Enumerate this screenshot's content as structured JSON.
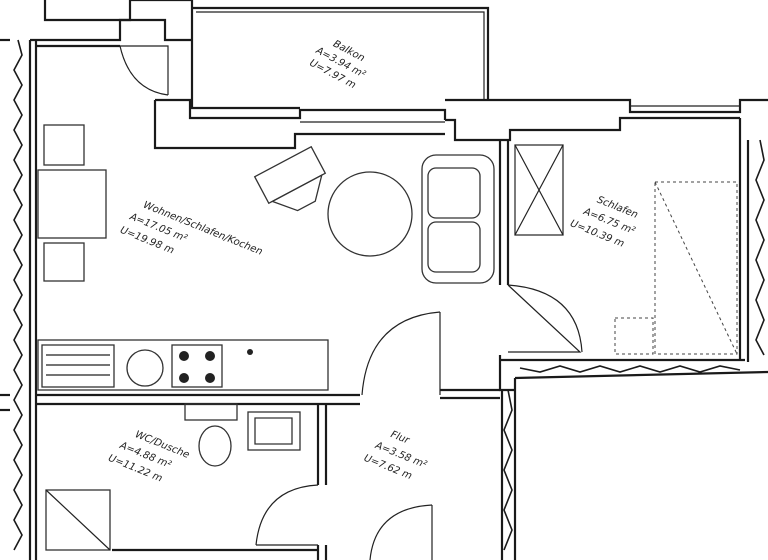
{
  "rooms": {
    "balkon": {
      "name": "Balkon",
      "area": "A=3.94 m²",
      "perimeter": "U=7.97 m"
    },
    "wohnen": {
      "name": "Wohnen/Schlafen/Kochen",
      "area": "A=17.05 m²",
      "perimeter": "U=19.98 m"
    },
    "schlafen": {
      "name": "Schlafen",
      "area": "A=6.75 m²",
      "perimeter": "U=10.39 m"
    },
    "wc": {
      "name": "WC/Dusche",
      "area": "A=4.88 m²",
      "perimeter": "U=11.22 m"
    },
    "flur": {
      "name": "Flur",
      "area": "A=3.58 m²",
      "perimeter": "U=7.62 m"
    }
  }
}
